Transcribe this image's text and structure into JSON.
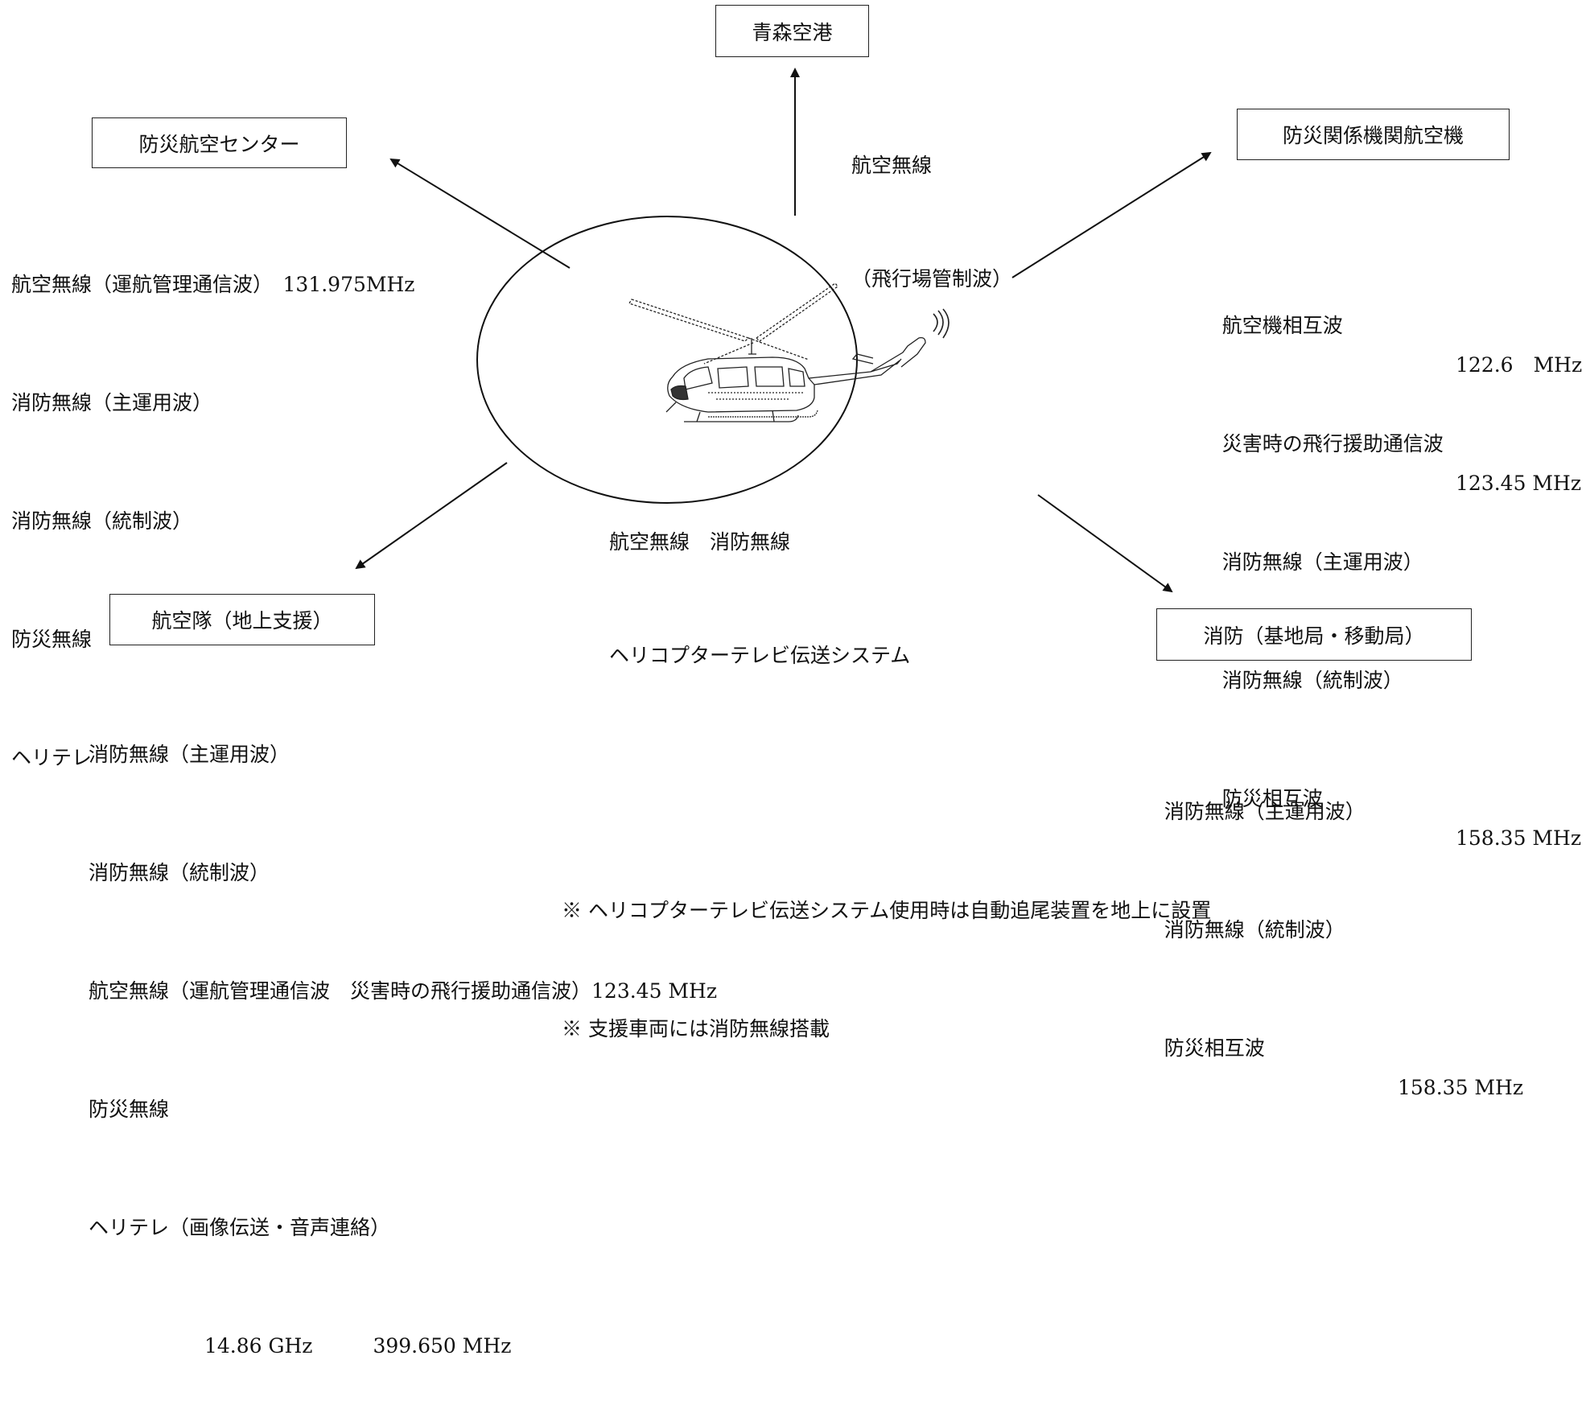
{
  "center": {
    "line1": "航空無線　消防無線",
    "line2": "ヘリコプターテレビ伝送システム"
  },
  "aomori": {
    "title": "青森空港",
    "radio_line1": "航空無線",
    "radio_line2": "（飛行場管制波）"
  },
  "bousai_center": {
    "title": "防災航空センター",
    "items": [
      "航空無線（運航管理通信波）　131.975MHz",
      "消防無線（主運用波）",
      "消防無線（統制波）",
      "防災無線",
      "ヘリテレ"
    ]
  },
  "bousai_aircraft": {
    "title": "防災関係機関航空機",
    "items": [
      {
        "name": "航空機相互波",
        "freq": "122.6　MHz"
      },
      {
        "name": "災害時の飛行援助通信波",
        "freq": "123.45 MHz"
      },
      {
        "name": "消防無線（主運用波）",
        "freq": ""
      },
      {
        "name": "消防無線（統制波）",
        "freq": ""
      },
      {
        "name": "防災相互波",
        "freq": "158.35 MHz"
      }
    ]
  },
  "ground_support": {
    "title": "航空隊（地上支援）",
    "items": [
      "消防無線（主運用波）",
      "消防無線（統制波）",
      "航空無線（運航管理通信波　災害時の飛行援助通信波）123.45 MHz",
      "防災無線",
      "ヘリテレ（画像伝送・音声連絡）"
    ],
    "freq_line": "14.86 GHz　　　399.650 MHz"
  },
  "fire_station": {
    "title": "消防（基地局・移動局）",
    "items": [
      {
        "name": "消防無線（主運用波）",
        "freq": ""
      },
      {
        "name": "消防無線（統制波）",
        "freq": ""
      },
      {
        "name": "防災相互波",
        "freq": "158.35 MHz"
      }
    ]
  },
  "notes": [
    "※ ヘリコプターテレビ伝送システム使用時は自動追尾装置を地上に設置",
    "※ 支援車両には消防無線搭載"
  ]
}
